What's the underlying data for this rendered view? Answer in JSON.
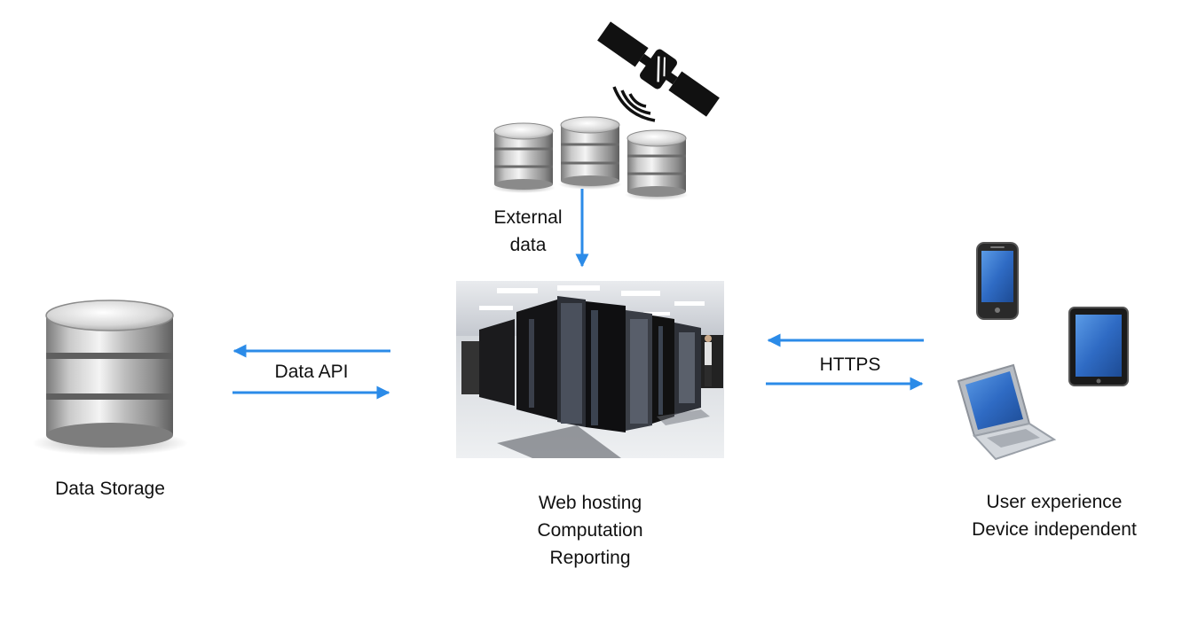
{
  "nodes": {
    "external_data": {
      "label_lines": [
        "External",
        "data"
      ]
    },
    "data_storage": {
      "label_lines": [
        "Data Storage"
      ]
    },
    "web_server": {
      "label_lines": [
        "Web hosting",
        "Computation",
        "Reporting"
      ]
    },
    "user_devices": {
      "label_lines": [
        "User experience",
        "Device independent"
      ]
    }
  },
  "edges": {
    "data_api": {
      "label": "Data API"
    },
    "https": {
      "label": "HTTPS"
    }
  },
  "colors": {
    "arrow": "#2b8be8",
    "text": "#111111",
    "device_screen": "#2f6bc4"
  },
  "icons": [
    "satellite-icon",
    "database-icon",
    "server-room-image",
    "smartphone-icon",
    "tablet-icon",
    "laptop-icon"
  ]
}
